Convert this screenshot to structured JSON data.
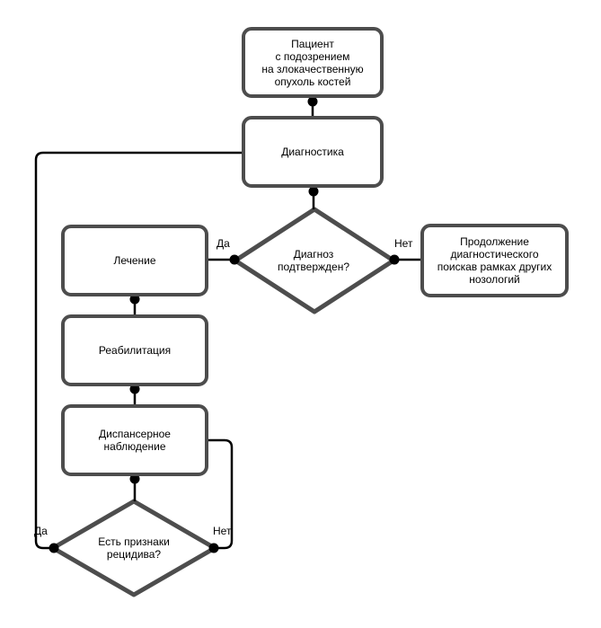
{
  "flowchart": {
    "colors": {
      "background": "#ffffff",
      "node_border": "#4d4d4d",
      "node_fill": "#ffffff",
      "connector": "#000000",
      "text": "#000000"
    },
    "nodes": {
      "patient": "Пациент\nс подозрением\nна злокачественную\nопухоль костей",
      "diagnostics": "Диагностика",
      "diagnosis_confirmed": "Диагноз\nподтвержден?",
      "treatment": "Лечение",
      "continue_search": "Продолжение\nдиагностического\nпоискав рамках других\nнозологий",
      "rehabilitation": "Реабилитация",
      "dispensary_observation": "Диспансерное\nнаблюдение",
      "relapse_signs": "Есть признаки\nрецидива?"
    },
    "edge_labels": {
      "diagnosis_yes": "Да",
      "diagnosis_no": "Нет",
      "relapse_yes": "Да",
      "relapse_no": "Нет"
    }
  }
}
